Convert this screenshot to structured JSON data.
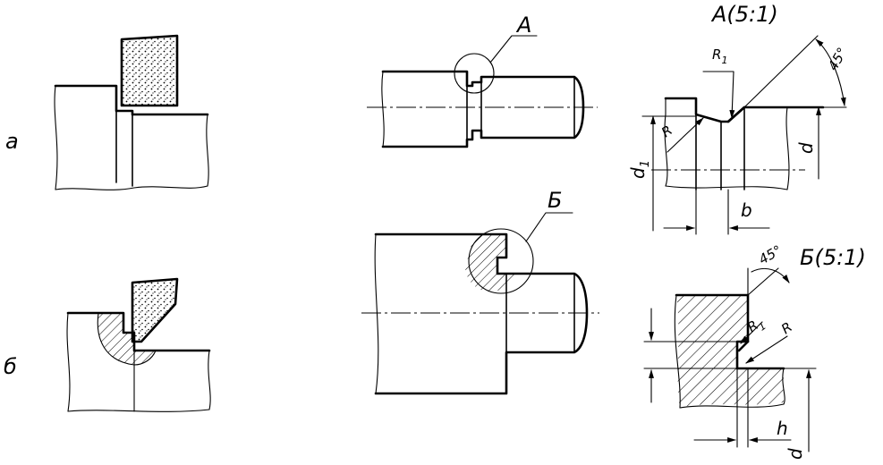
{
  "labels": {
    "view_a": "а",
    "view_b": "б",
    "callout_a": "А",
    "callout_b": "Б",
    "detail_a_title": "А(5:1)",
    "detail_b_title": "Б(5:1)",
    "r1_a": "R",
    "r1_a_sub": "1",
    "r_a": "R",
    "angle_a": "45°",
    "d1": "d",
    "d1_sub": "1",
    "d_a": "d",
    "b": "b",
    "angle_b": "45°",
    "r1_b": "R",
    "r1_b_sub": "1",
    "r_b": "R",
    "h": "h",
    "d_b": "d"
  }
}
